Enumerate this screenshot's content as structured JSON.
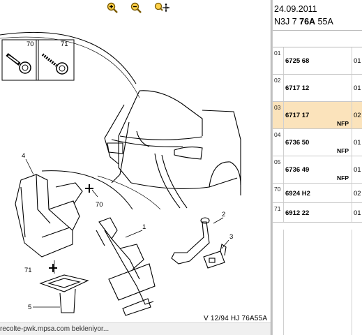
{
  "toolbar": {
    "zoom_in_icon": "zoom-in-magnifier",
    "zoom_out_icon": "zoom-out-magnifier",
    "pan_icon": "pan-zoom-move"
  },
  "diagram": {
    "callouts": [
      "70",
      "71",
      "4",
      "1",
      "2",
      "3",
      "70",
      "71",
      "5"
    ],
    "reference": "V 12/94 HJ 76A55A"
  },
  "status_bar": {
    "text": "recolte-pwk.mpsa.com bekleniyor..."
  },
  "header": {
    "date": "24.09.2011",
    "code_prefix": "N3J 7 ",
    "code_bold": "76A",
    "code_suffix": " 55A"
  },
  "parts": [
    {
      "ref": "01",
      "part_no": "6725 68",
      "flag": "",
      "qty": "01",
      "selected": false
    },
    {
      "ref": "02",
      "part_no": "6717 12",
      "flag": "",
      "qty": "01",
      "selected": false
    },
    {
      "ref": "03",
      "part_no": "6717 17",
      "flag": "NFP",
      "qty": "02",
      "selected": true
    },
    {
      "ref": "04",
      "part_no": "6736 50",
      "flag": "NFP",
      "qty": "01",
      "selected": false
    },
    {
      "ref": "05",
      "part_no": "6736 49",
      "flag": "NFP",
      "qty": "01",
      "selected": false
    },
    {
      "ref": "70",
      "part_no": "6924 H2",
      "flag": "",
      "qty": "02",
      "selected": false
    },
    {
      "ref": "71",
      "part_no": "6912 22",
      "flag": "",
      "qty": "01",
      "selected": false
    }
  ],
  "colors": {
    "selected_row": "#fbe3bb",
    "zoom_icon": "#e0a000"
  }
}
